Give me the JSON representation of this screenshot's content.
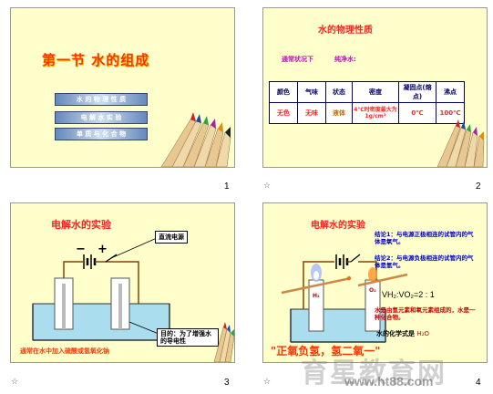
{
  "slide1": {
    "title": "第一节 水的组成",
    "menu": [
      "水 的 物 理 性 质",
      "电 解 水 实 验",
      "单 质 与 化 合 物"
    ],
    "number": "1"
  },
  "slide2": {
    "title": "水的物理性质",
    "condition_label": "通常状况下",
    "pure_water_label": "纯净水:",
    "headers": [
      "颜色",
      "气味",
      "状态",
      "密度",
      "凝固点(熔点)",
      "沸点"
    ],
    "values": [
      "无色",
      "无味",
      "液体",
      "4℃时密度最大为1g/cm³",
      "0℃",
      "100℃"
    ],
    "number": "2",
    "star": "☆"
  },
  "slide3": {
    "title": "电解水的实验",
    "minus": "−",
    "plus": "+",
    "power_label": "直流电源",
    "purpose_label": "目的：为了增强水的导电性",
    "bottom": "通常在水中加入硫酸或氢氧化钠",
    "number": "3",
    "star": "☆"
  },
  "slide4": {
    "title": "电解水的实验",
    "conclusion1": "结论1：与电源正极相连的试管内的气体是氧气。",
    "conclusion2": "结论2：与电源负极相连的试管内的气体是氢气。",
    "ratio": "VH₂:VO₂=2 : 1",
    "conclusion3": "水是由氢元素和氧元素组成的，水是一种化合物。",
    "formula_label": "水的化学式是",
    "formula": "H₂O",
    "h2": "H₂",
    "o2": "O₂",
    "bottom": "\"正氧负氢，氢二氧一\"",
    "number": "4",
    "star": "☆"
  },
  "watermark": "育星教育网",
  "watermark_url": "www.ht88.com",
  "colors": {
    "slide_bg": "#ffffcc",
    "title_red": "#ff2222",
    "table_border": "#000066"
  }
}
